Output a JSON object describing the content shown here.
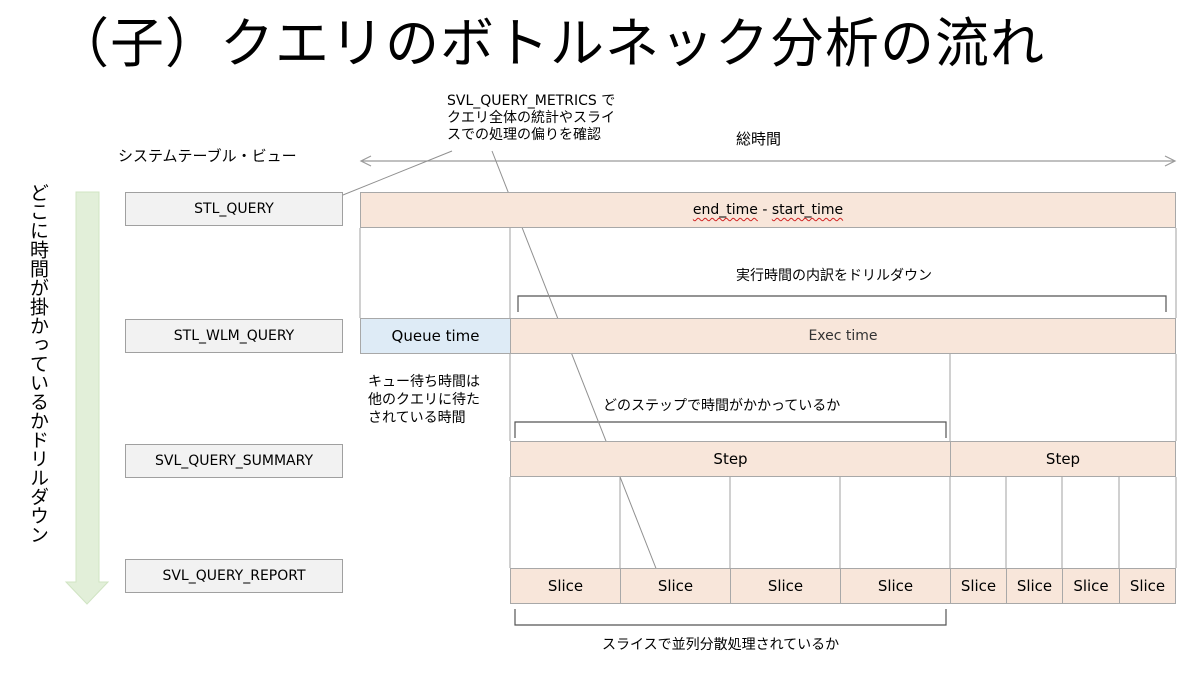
{
  "title": "（子）クエリのボトルネック分析の流れ",
  "vertical_label": "どこに時間が掛かっているかドリルダウン",
  "header": {
    "tables_label": "システムテーブル・ビュー",
    "total_time_label": "総時間"
  },
  "callout": {
    "line1": "SVL_QUERY_METRICS で",
    "line2": "クエリ全体の統計やスライ",
    "line3": "スでの処理の偏りを確認"
  },
  "tables": {
    "stl_query": "STL_QUERY",
    "stl_wlm_query": "STL_WLM_QUERY",
    "svl_query_summary": "SVL_QUERY_SUMMARY",
    "svl_query_report": "SVL_QUERY_REPORT"
  },
  "bars": {
    "total": {
      "part1": "end_time",
      "sep": " - ",
      "part2": "start_time"
    },
    "queue": "Queue time",
    "exec": "Exec time",
    "step1": "Step",
    "step2": "Step",
    "slices": [
      "Slice",
      "Slice",
      "Slice",
      "Slice",
      "Slice",
      "Slice",
      "Slice",
      "Slice"
    ]
  },
  "annotations": {
    "exec_breakdown": "実行時間の内訳をドリルダウン",
    "queue_note_line1": "キュー待ち時間は",
    "queue_note_line2": "他のクエリに待た",
    "queue_note_line3": "されている時間",
    "which_step": "どのステップで時間がかかっているか",
    "parallel": "スライスで並列分散処理されているか"
  },
  "colors": {
    "bar_fill": "#f8e6da",
    "queue_fill": "#deebf6",
    "table_box_fill": "#f2f2f2",
    "arrow_green": "#e2efd9",
    "line_gray": "#a0a0a0"
  }
}
